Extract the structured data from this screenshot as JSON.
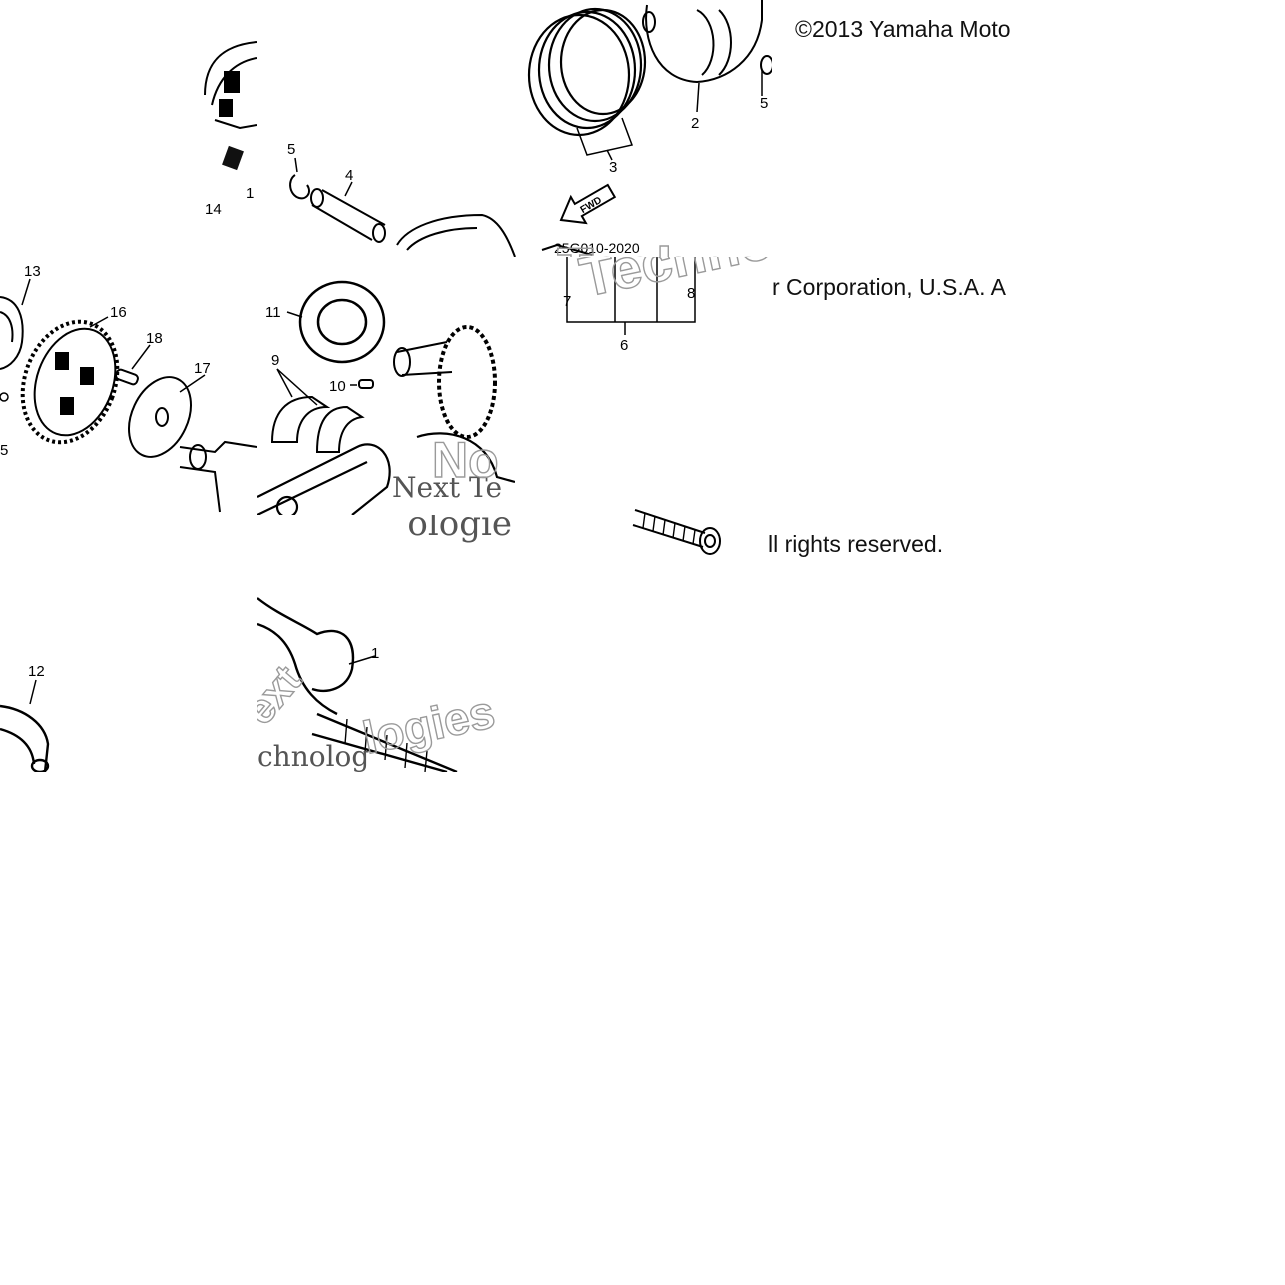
{
  "copyright": {
    "line1": "©2013 Yamaha Moto",
    "line2": "r Corporation, U.S.A. A",
    "line3": "ll rights reserved."
  },
  "part_number": "25G010-2020",
  "fwd_label": "FWD",
  "watermarks": {
    "techno": "Techno",
    "next_te": "Next Te",
    "ologie": "ologie",
    "logies": "logies",
    "ext": "ext",
    "chnolog": "chnolog",
    "no": "No"
  },
  "callouts": {
    "c1": "1",
    "c2": "2",
    "c3": "3",
    "c4": "4",
    "c5a": "5",
    "c5b": "5",
    "c5c": "5",
    "c6": "6",
    "c7": "7",
    "c8": "8",
    "c9": "9",
    "c10": "10",
    "c11": "11",
    "c12": "12",
    "c13": "13",
    "c14": "14",
    "c16": "16",
    "c17": "17",
    "c18": "18",
    "c1frag": "1"
  }
}
